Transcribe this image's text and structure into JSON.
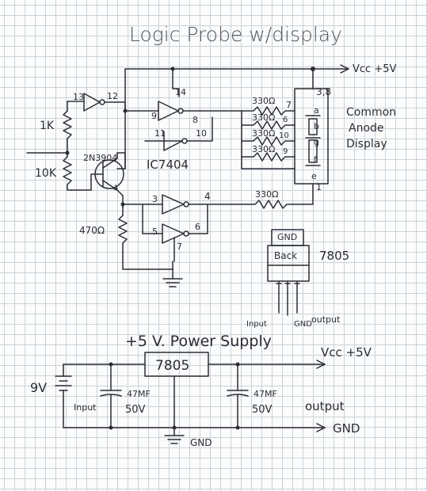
{
  "title": "Logic Probe w/display",
  "probe": {
    "vcc": "Vcc +5V",
    "pin_label": "3,8",
    "display_label": [
      "Common",
      "Anode",
      "Display"
    ],
    "ic_label": "IC7404",
    "transistor": "2N3904",
    "r_top": "1K",
    "r_mid": "10K",
    "r_emitter": "470Ω",
    "inv_pins": {
      "p13": "13",
      "p12": "12",
      "p14": "14",
      "p9": "9",
      "p8": "8",
      "p11": "11",
      "p10": "10",
      "p3": "3",
      "p4": "4",
      "p5": "5",
      "p6": "6",
      "p7": "7"
    },
    "display_resistors": [
      "330Ω",
      "330Ω",
      "330Ω",
      "330Ω",
      "330Ω"
    ],
    "resistor_pins": [
      "7",
      "6",
      "10",
      "9",
      "1"
    ],
    "segments": [
      "a",
      "b",
      "g",
      "f",
      "e"
    ]
  },
  "regulator_pkg": {
    "name": "7805",
    "gnd": "GND",
    "back": "Back",
    "pin_input": "Input",
    "pin_gnd": "GND",
    "pin_output": "output"
  },
  "power_supply": {
    "title": "+5 V. Power Supply",
    "battery": "9V",
    "regulator": "7805",
    "cap_left": [
      "47MF",
      "50V"
    ],
    "cap_right": [
      "47MF",
      "50V"
    ],
    "input": "Input",
    "output": "output",
    "vcc": "Vcc +5V",
    "gnd_right": "GND",
    "gnd_bottom": "GND"
  }
}
